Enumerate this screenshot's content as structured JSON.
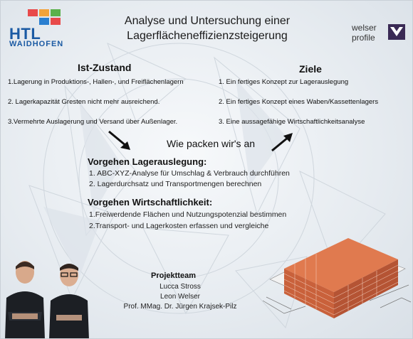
{
  "logo_left": {
    "text": "HTL",
    "subtext": "WAIDHOFEN",
    "colors": [
      "#e84a4a",
      "#f2a33a",
      "#5bb14b",
      "#2a7fd0",
      "#1b5aa3"
    ]
  },
  "logo_right": {
    "line1": "welser",
    "line2": "profile",
    "icon": "welser-logo-icon"
  },
  "title": {
    "line1": "Analyse und Untersuchung einer",
    "line2": "Lagerflächeneffizienzsteigerung"
  },
  "ist_zustand": {
    "heading": "Ist-Zustand",
    "items": [
      "1.Lagerung in Produktions-, Hallen-, und Freiflächenlagern",
      "2. Lagerkapazität Gresten nicht mehr ausreichend.",
      "3.Vermehrte Auslagerung und Versand über Außenlager."
    ]
  },
  "ziele": {
    "heading": "Ziele",
    "items": [
      "1. Ein fertiges Konzept zur Lagerauslegung",
      "2. Ein fertiges Konzept eines Waben/Kassettenlagers",
      "3. Eine aussagefähige Wirtschaftlichkeitsanalyse"
    ]
  },
  "center_heading": "Wie packen wir's an",
  "vorgehen_lager": {
    "heading": "Vorgehen Lagerauslegung:",
    "items": [
      "1. ABC-XYZ-Analyse für Umschlag & Verbrauch durchführen",
      "2. Lagerdurchsatz und Transportmengen berechnen"
    ]
  },
  "vorgehen_wirt": {
    "heading": "Vorgehen Wirtschaftlichkeit:",
    "items": [
      "1.Freiwerdende Flächen und Nutzungspotenzial bestimmen",
      "2.Transport- und Lagerkosten erfassen und vergleiche"
    ]
  },
  "team": {
    "heading": "Projektteam",
    "members": [
      "Lucca Stross",
      "Leon Welser",
      "Prof. MMag. Dr. Jürgen Krajsek-Pilz"
    ]
  }
}
